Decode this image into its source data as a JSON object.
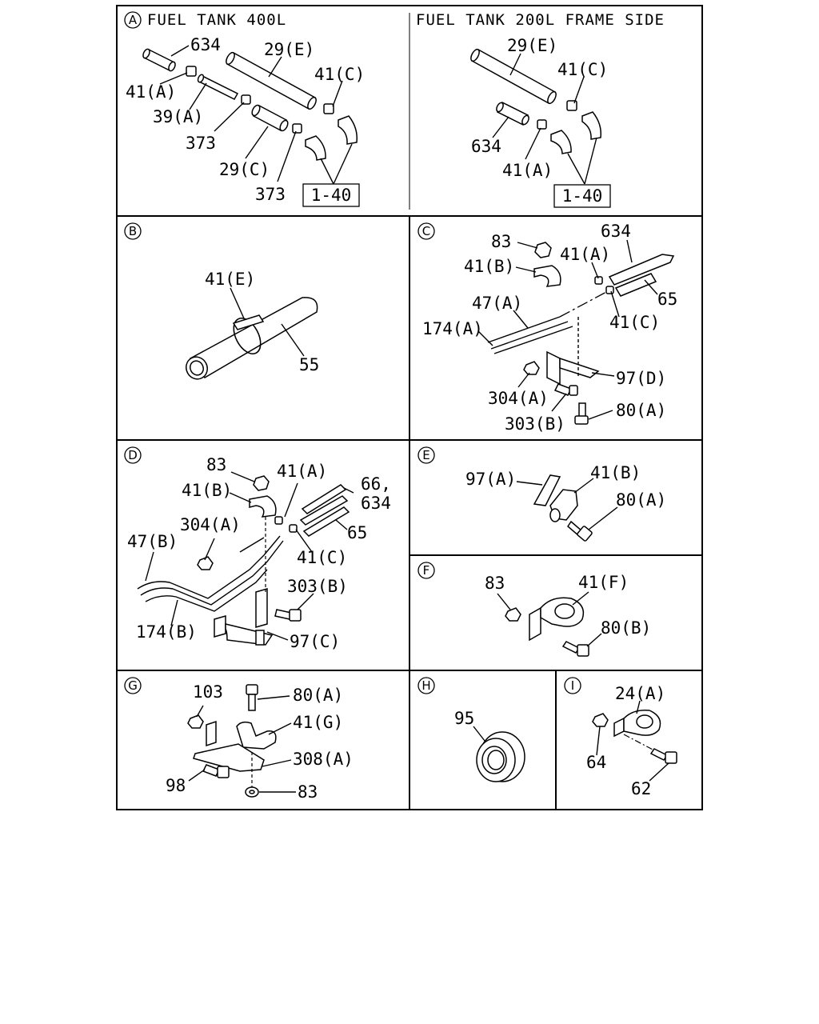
{
  "sections": {
    "A": {
      "marker": "A",
      "title": "FUEL TANK 400L",
      "labels": [
        "634",
        "29(E)",
        "41(A)",
        "41(C)",
        "39(A)",
        "373",
        "29(C)",
        "373"
      ],
      "ref_box": "1-40"
    },
    "A2": {
      "title": "FUEL TANK 200L FRAME SIDE",
      "labels": [
        "29(E)",
        "41(C)",
        "634",
        "41(A)"
      ],
      "ref_box": "1-40"
    },
    "B": {
      "marker": "B",
      "labels": [
        "41(E)",
        "55"
      ]
    },
    "C": {
      "marker": "C",
      "labels": [
        "83",
        "634",
        "41(B)",
        "41(A)",
        "65",
        "47(A)",
        "41(C)",
        "174(A)",
        "97(D)",
        "304(A)",
        "303(B)",
        "80(A)"
      ]
    },
    "D": {
      "marker": "D",
      "labels": [
        "83",
        "41(A)",
        "66,",
        "634",
        "41(B)",
        "304(A)",
        "65",
        "47(B)",
        "41(C)",
        "303(B)",
        "174(B)",
        "97(C)"
      ]
    },
    "E": {
      "marker": "E",
      "labels": [
        "97(A)",
        "41(B)",
        "80(A)"
      ]
    },
    "F": {
      "marker": "F",
      "labels": [
        "83",
        "41(F)",
        "80(B)"
      ]
    },
    "G": {
      "marker": "G",
      "labels": [
        "103",
        "80(A)",
        "41(G)",
        "308(A)",
        "98",
        "83"
      ]
    },
    "H": {
      "marker": "H",
      "labels": [
        "95"
      ]
    },
    "I": {
      "marker": "I",
      "labels": [
        "24(A)",
        "64",
        "62"
      ]
    }
  }
}
